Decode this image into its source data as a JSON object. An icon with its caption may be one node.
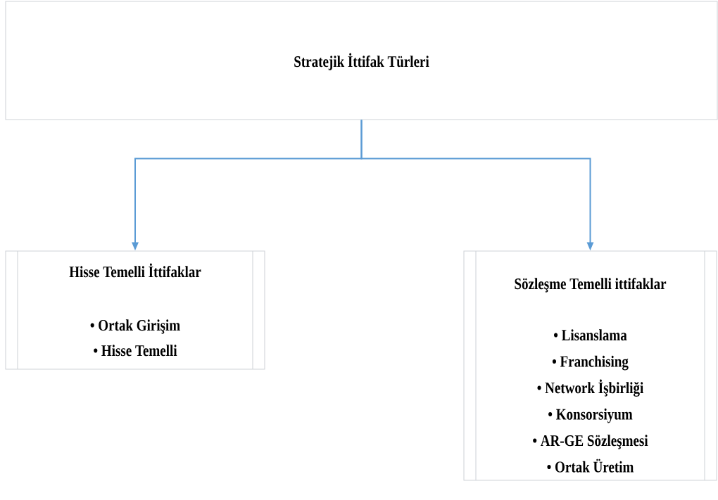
{
  "diagram": {
    "nodes": [
      {
        "text": [
          "Stratejik İttifak Türleri"
        ]
      },
      {
        "text": [
          "Hisse Temelli İttifaklar",
          "• Ortak Girişim",
          "• Hisse Temelli"
        ]
      },
      {
        "text": [
          "Sözleşme Temelli ittifaklar",
          "• Lisanslama",
          "• Franchising",
          "• Network İşbirliği",
          "• Konsorsiyum",
          "• AR-GE Sözleşmesi",
          "• Ortak Üretim"
        ]
      }
    ],
    "edges": [
      {
        "from": 0,
        "to": 1,
        "arrow": "to"
      },
      {
        "from": 0,
        "to": 2,
        "arrow": "to"
      }
    ]
  }
}
